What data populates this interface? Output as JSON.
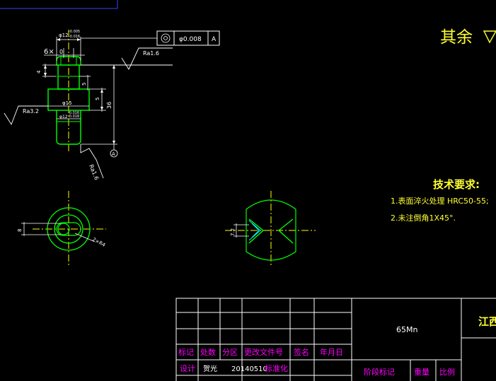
{
  "drawing": {
    "top_note": "其余",
    "roughness": {
      "ra1": "Ra1.6",
      "ra2": "Ra3.2",
      "ra3": "Ra1.6"
    },
    "tolerance_frame": {
      "value": "φ0.008",
      "datum": "A"
    },
    "dims": {
      "d12_top": "φ12",
      "tol_top_upper": "-0.005",
      "tol_top_lower": "-0.016",
      "thread": "6×",
      "slot": "0",
      "d4": "4",
      "d5a": "5",
      "d5b": "5",
      "d36": "36",
      "d15": "φ15",
      "d12_bot": "φ12",
      "tol_bot_upper": "-0.016",
      "tol_bot_lower": "-0.018",
      "datum_label": "A",
      "left_8": "8",
      "r_label": "2×R4",
      "right_dim": "7.2"
    },
    "tech": {
      "title": "技术要求:",
      "line1": "1.表面淬火处理 HRC50-55;",
      "line2": "2.未注倒角1X45°."
    }
  },
  "title_block": {
    "material": "65Mn",
    "company": "江西",
    "headers": [
      "标记",
      "处数",
      "分区",
      "更改文件号",
      "签名",
      "年月日"
    ],
    "row_design": [
      "设计",
      "贺光",
      "20140510",
      "标准化"
    ],
    "stage_labels": [
      "阶段标记",
      "重量",
      "比例"
    ]
  },
  "colors": {
    "background": "#000000",
    "outline": "#00ff00",
    "dimension": "#ffffff",
    "centerline": "#ffff00",
    "hatch": "#00ffff",
    "tech_text": "#ffff33",
    "magenta": "#ff00ff",
    "table": "#ffffff"
  }
}
